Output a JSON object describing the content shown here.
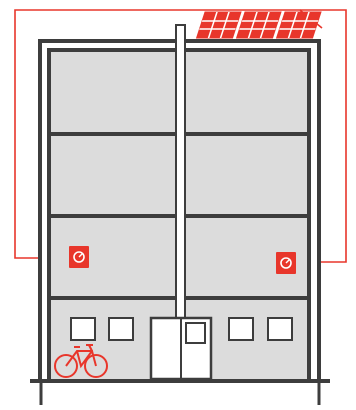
{
  "diagram": {
    "subject": "building-with-rooftop-solar-panels-and-electricity-meters",
    "floors": 4,
    "solar_panels": 3,
    "meters": 2,
    "ground_floor_windows": 4,
    "icons": [
      "solar-panel-icon",
      "meter-icon",
      "bicycle-icon",
      "door-icon"
    ],
    "colors": {
      "accent": "#e8362b",
      "outline": "#3d3d3d",
      "floor_fill": "#dcdcdc",
      "background": "#ffffff"
    }
  }
}
